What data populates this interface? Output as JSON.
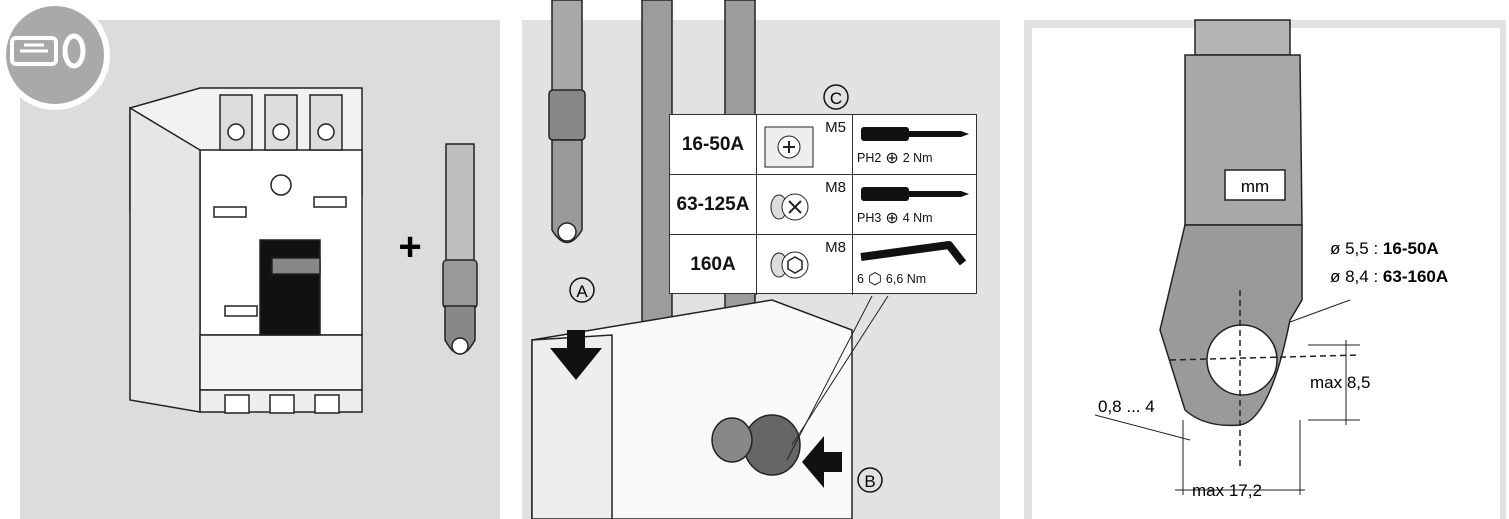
{
  "panel1": {
    "plus": "+"
  },
  "panel2": {
    "callout_a": "A",
    "callout_b": "B",
    "callout_c": "C",
    "rows": [
      {
        "amp": "16-50A",
        "thread": "M5",
        "driver": "PH2",
        "torque": "2 Nm"
      },
      {
        "amp": "63-125A",
        "thread": "M8",
        "driver": "PH3",
        "torque": "4 Nm"
      },
      {
        "amp": "160A",
        "thread": "M8",
        "driver": "6",
        "torque": "6,6 Nm"
      }
    ]
  },
  "panel3": {
    "unit": "mm",
    "dia1_label": "ø 5,5 : ",
    "dia1_value": "16-50A",
    "dia2_label": "ø 8,4 : ",
    "dia2_value": "63-160A",
    "max_height": "max 8,5",
    "thickness": "0,8 ... 4",
    "max_width": "max 17,2"
  }
}
